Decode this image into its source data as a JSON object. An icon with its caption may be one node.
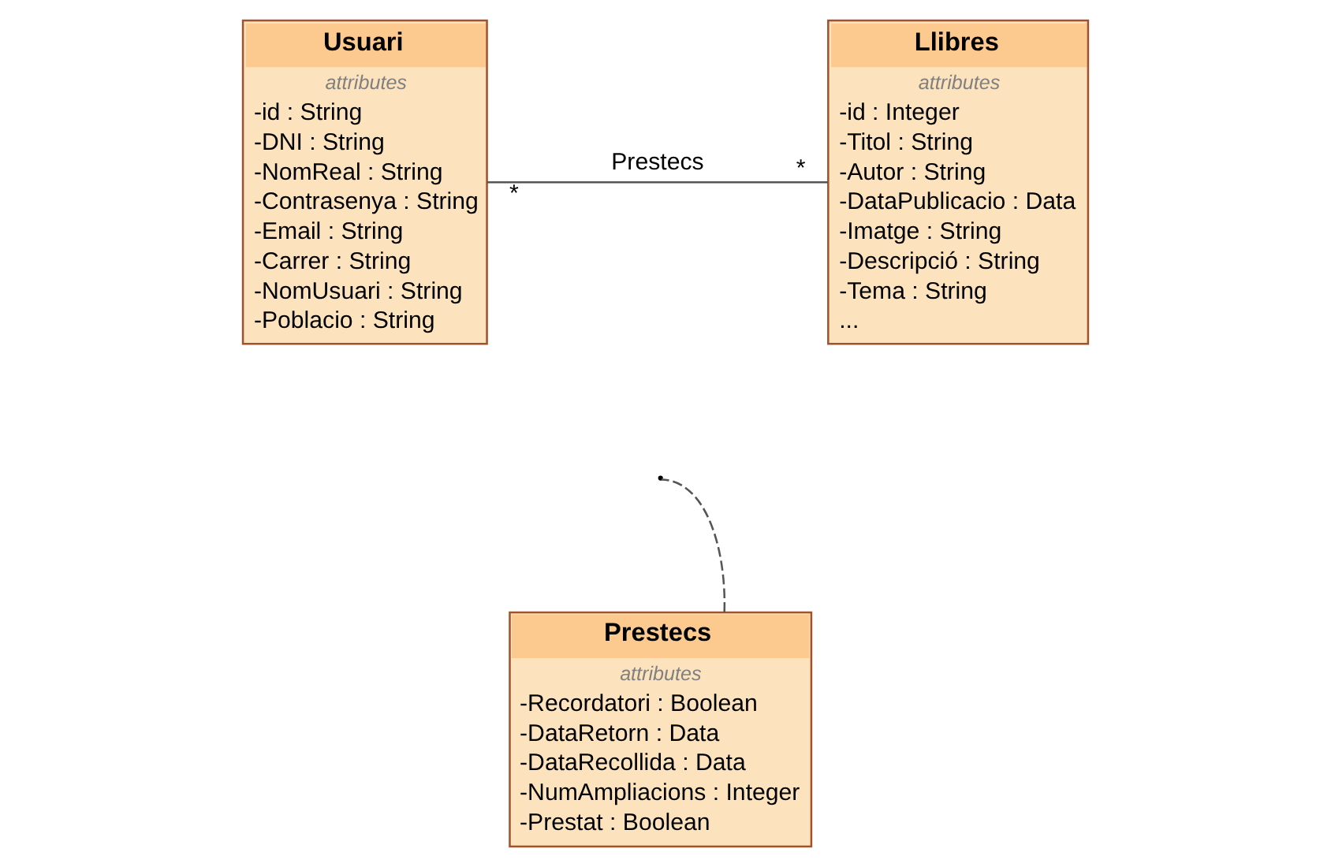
{
  "diagram": {
    "nodes": [
      {
        "text": [
          "Usuari",
          "attributes",
          "-id : String",
          "-DNI : String",
          "-NomReal : String",
          "-Contrasenya : String",
          "-Email : String",
          "-Carrer : String",
          "-NomUsuari : String",
          "-Poblacio : String"
        ]
      },
      {
        "text": [
          "Llibres",
          "attributes",
          "-id : Integer",
          "-Titol : String",
          "-Autor : String",
          "-DataPublicacio : Data",
          "-Imatge : String",
          "-Descripció : String",
          "-Tema : String",
          "..."
        ]
      },
      {
        "text": [
          "Prestecs",
          "attributes",
          "-Recordatori : Boolean",
          "-DataRetorn : Data",
          "-DataRecollida : Data",
          "-NumAmpliacions : Integer",
          "-Prestat : Boolean"
        ]
      }
    ],
    "edges": [
      {
        "from": 0,
        "to": 1,
        "arrow": "none",
        "label": "Prestecs"
      },
      {
        "from": 2,
        "to": null,
        "arrow": "none",
        "style": "dashed"
      }
    ],
    "labels": [
      "*",
      "*"
    ]
  }
}
